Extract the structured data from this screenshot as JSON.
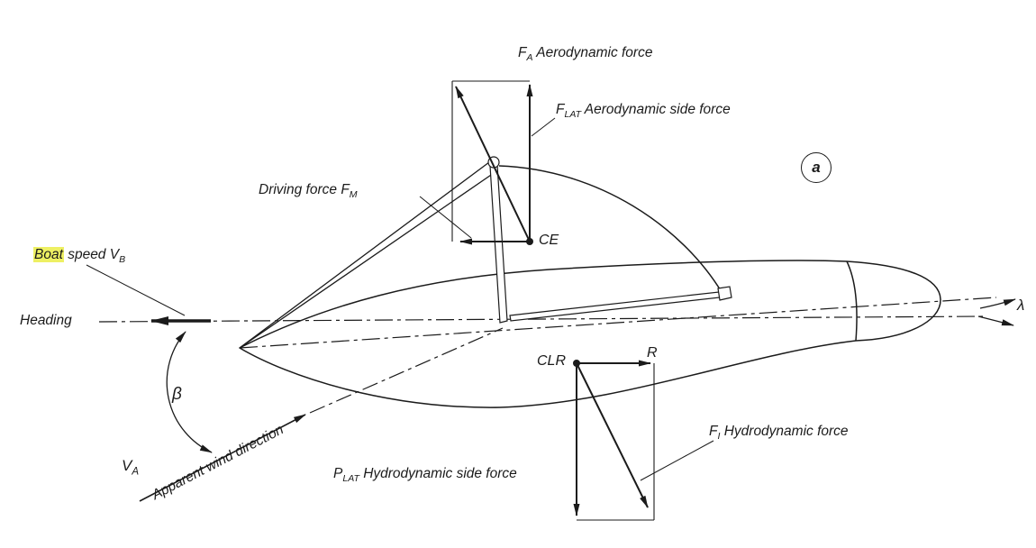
{
  "colors": {
    "ink": "#1b1b1b",
    "highlight": "#eef063",
    "background": "#ffffff"
  },
  "labels": {
    "aerodynamic_force": {
      "sym": "F",
      "sub": "A",
      "rest": " Aerodynamic force"
    },
    "aerodynamic_side_force": {
      "sym": "F",
      "sub": "LAT",
      "rest": " Aerodynamic side force"
    },
    "driving_force": {
      "pre": "Driving force ",
      "sym": "F",
      "sub": "M"
    },
    "ce_point": "CE",
    "boat_speed": {
      "highlighted": "Boat",
      "mid": " speed ",
      "sym": "V",
      "sub": "B"
    },
    "heading": "Heading",
    "beta": "β",
    "apparent_wind_speed": {
      "sym": "V",
      "sub": "A"
    },
    "apparent_wind_direction": "Apparent wind direction",
    "hydrodynamic_side_force": {
      "sym": "P",
      "sub": "LAT",
      "rest": " Hydrodynamic side force"
    },
    "hydrodynamic_force": {
      "sym": "F",
      "sub": "I",
      "rest": " Hydrodynamic force"
    },
    "clr_point": "CLR",
    "resistance": "R",
    "lambda": "λ",
    "panel_marker": "a"
  }
}
